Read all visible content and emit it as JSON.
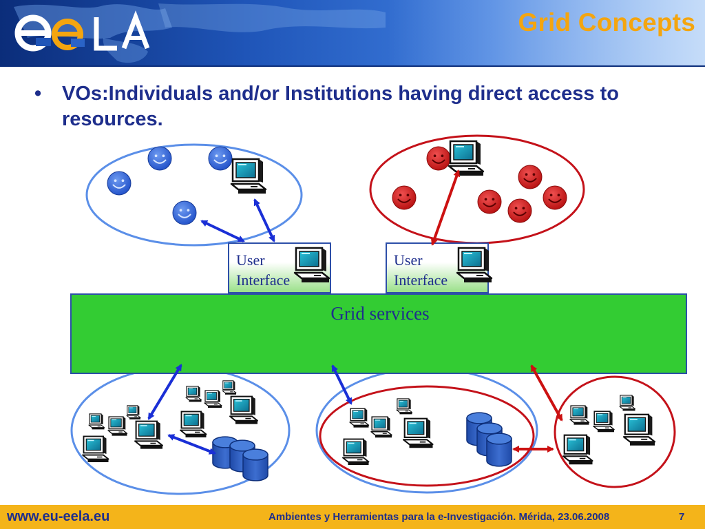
{
  "slide": {
    "title": "Grid Concepts",
    "bullet_marker": "•",
    "bullet_text": "VOs:Individuals and/or Institutions having direct access to resources.",
    "ui_left": {
      "line1": "User",
      "line2": "Interface"
    },
    "ui_right": {
      "line1": "User",
      "line2": "Interface"
    },
    "grid_services_label": "Grid services"
  },
  "footer": {
    "url": "www.eu-eela.eu",
    "reference": "Ambientes y Herramientas para la e-Investigación. Mérida, 23.06.2008",
    "page_number": "7"
  },
  "colors": {
    "title": "#f4a50f",
    "text": "#1e2e8c",
    "vo_blue_ring": "#5b8fe8",
    "vo_red_ring": "#c4121a",
    "blue_person": "#2f63d6",
    "red_person": "#d41414",
    "arrow_blue": "#1a2fd6",
    "arrow_red": "#cc1111",
    "grid_band": "#33cc33",
    "footer": "#f4b41a"
  },
  "icons": [
    "eela-logo",
    "person-smiley-icon",
    "computer-icon",
    "database-icon",
    "double-arrow-icon"
  ]
}
